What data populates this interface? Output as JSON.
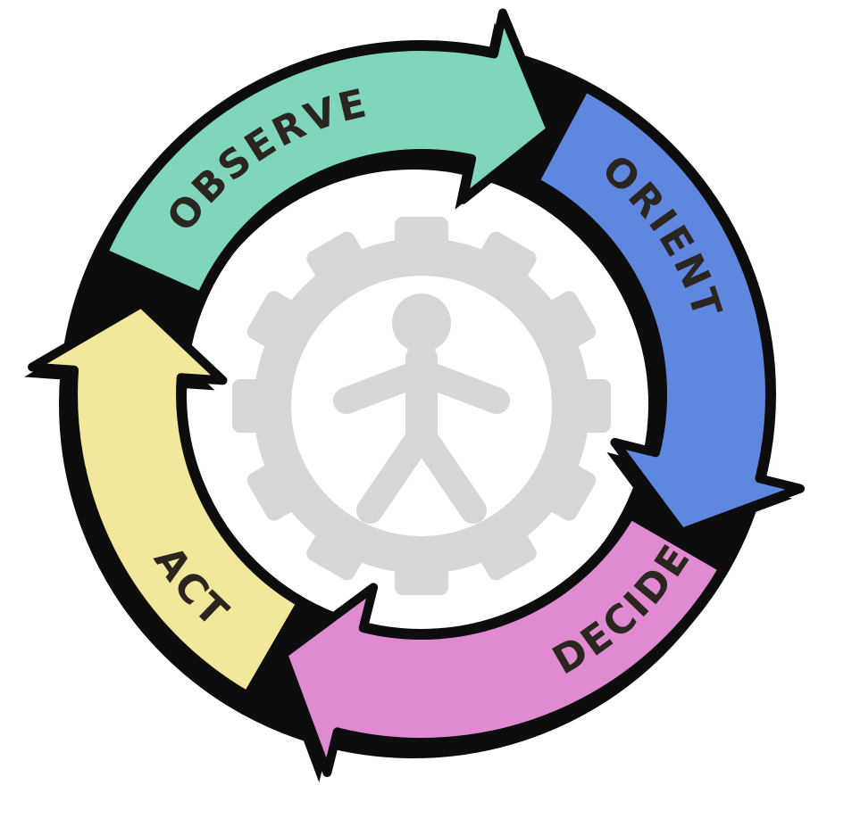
{
  "diagram": {
    "type": "cycle",
    "direction": "clockwise",
    "background_color": "#ffffff",
    "outline_color": "#0d0d0d",
    "label_color": "#2b2520",
    "segments": [
      {
        "id": "observe",
        "label": "OBSERVE",
        "color": "#7fd6bd"
      },
      {
        "id": "orient",
        "label": "ORIENT",
        "color": "#5f87e0"
      },
      {
        "id": "decide",
        "label": "DECIDE",
        "color": "#e08ad2"
      },
      {
        "id": "act",
        "label": "ACT",
        "color": "#f1e89b"
      }
    ],
    "center_icon": {
      "name": "person-in-gear-icon",
      "color": "#d7d7d7",
      "background_color": "#ffffff"
    }
  }
}
